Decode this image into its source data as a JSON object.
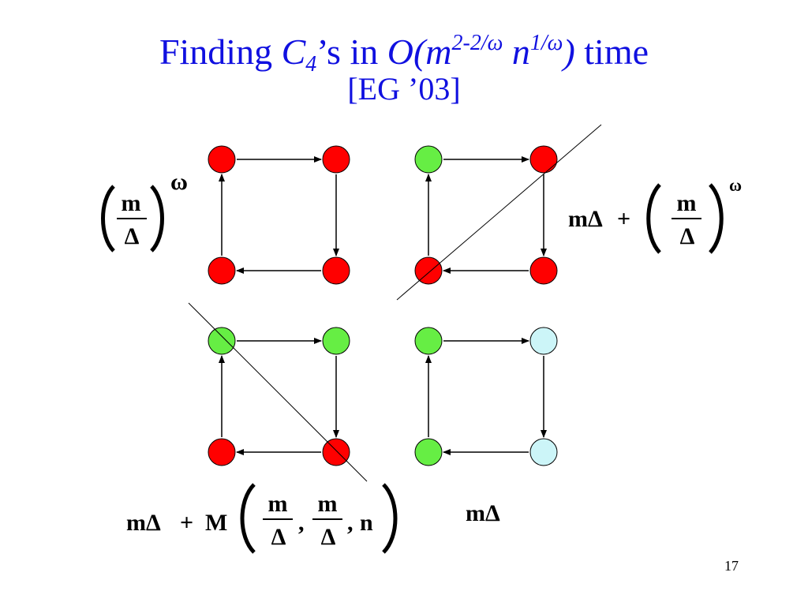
{
  "slide": {
    "title": {
      "prefix": "Finding ",
      "c": "C",
      "c_sub": "4",
      "after_c": "’s in ",
      "o_open": "O(m",
      "exp1": "2-2/ω",
      "n": " n",
      "exp2": "1/ω",
      "o_close": ")",
      "suffix": " time"
    },
    "subtitle": "[EG ’03]",
    "slide_number": "17"
  },
  "diagram": {
    "colors": {
      "red": "#ff0000",
      "green": "#66ee44",
      "light_blue": "#ccf5f8",
      "line": "#000000"
    },
    "squares": [
      {
        "id": "top-left",
        "nodes": [
          "red",
          "red",
          "red",
          "red"
        ],
        "diagonal": false
      },
      {
        "id": "top-right",
        "nodes": [
          "green",
          "red",
          "red",
          "red"
        ],
        "diagonal": "anti"
      },
      {
        "id": "bottom-left",
        "nodes": [
          "green",
          "green",
          "red",
          "red"
        ],
        "diagonal": "main"
      },
      {
        "id": "bottom-right",
        "nodes": [
          "green",
          "light_blue",
          "light_blue",
          "green"
        ],
        "diagonal": false
      }
    ]
  },
  "formulas": {
    "top_left": {
      "numerator": "m",
      "denominator": "Δ",
      "exponent": "ω"
    },
    "top_right": {
      "lead": "mΔ",
      "plus": "+",
      "numerator": "m",
      "denominator": "Δ",
      "exponent": "ω"
    },
    "bottom_left": {
      "lead": "mΔ",
      "plus": "+",
      "func": "M",
      "num1": "m",
      "den1": "Δ",
      "comma1": ",",
      "num2": "m",
      "den2": "Δ",
      "comma2": ",",
      "last": "n"
    },
    "bottom_right": {
      "text": "mΔ"
    }
  }
}
